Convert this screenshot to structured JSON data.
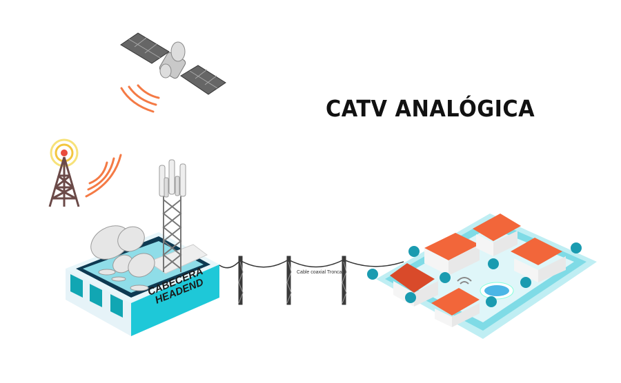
{
  "title": "CATV ANALÓGICA",
  "headend": {
    "line1": "CABECERA",
    "line2": "HEADEND"
  },
  "cable_label": "Cable coaxial Troncal",
  "colors": {
    "cyan": "#1ec8d8",
    "roof": "#f2663a",
    "wave": "#f47a45",
    "tree": "#1a9bb0",
    "pole": "#3a3a3a"
  }
}
